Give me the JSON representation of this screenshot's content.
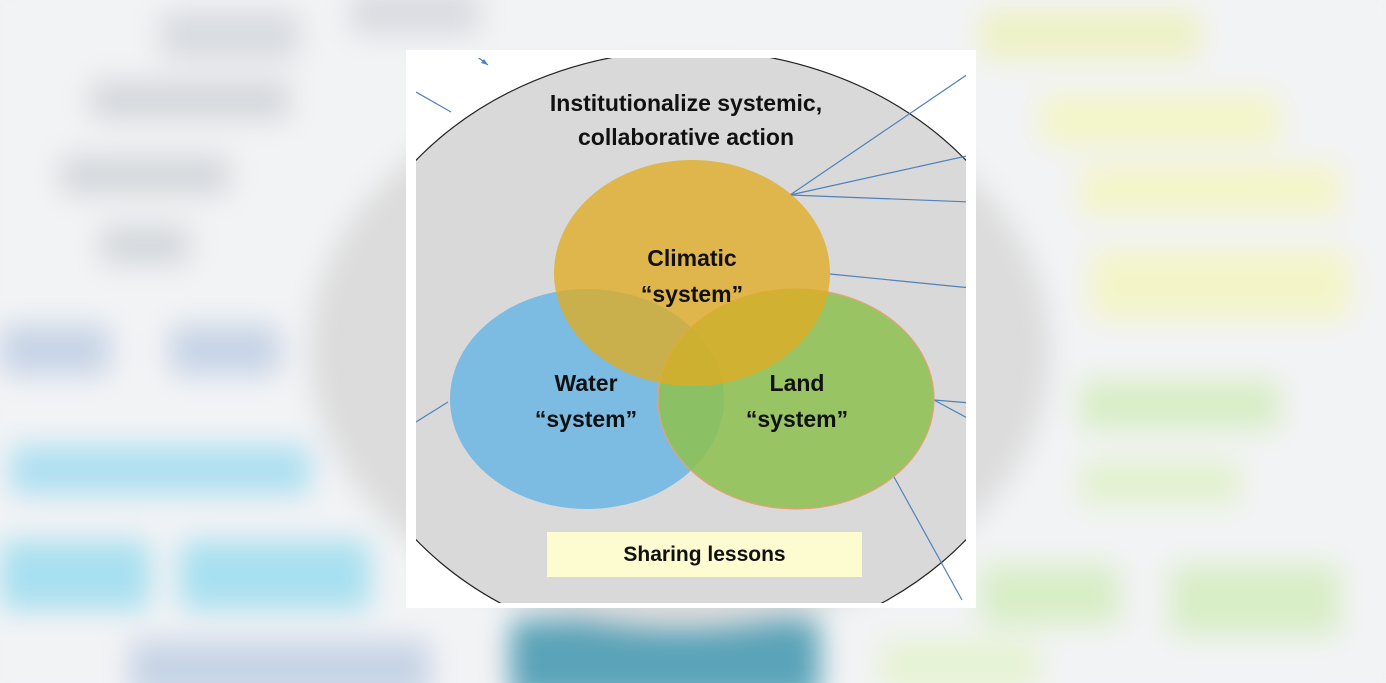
{
  "title": "Institutionalize systemic, collaborative action",
  "circles": {
    "climatic": {
      "line1": "Climatic",
      "line2": "“system”",
      "color": "#e0ac22"
    },
    "water": {
      "line1": "Water",
      "line2": "“system”",
      "color": "#74b9e3"
    },
    "land": {
      "line1": "Land",
      "line2": "“system”",
      "color": "#8ec052"
    }
  },
  "footer_box": {
    "label": "Sharing lessons",
    "color": "#fdfbd0"
  },
  "colors": {
    "outer_circle": "#d9d9d9",
    "connector_lines": "#4f81bd"
  }
}
